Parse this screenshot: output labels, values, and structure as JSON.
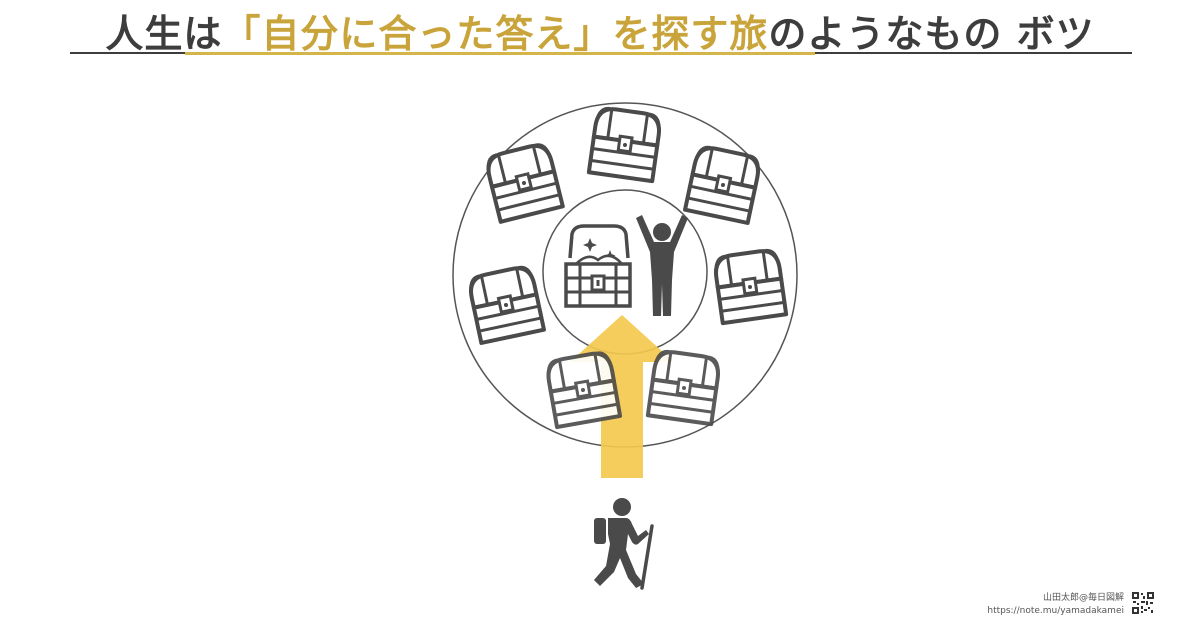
{
  "title": {
    "before": "人生は",
    "highlight": "「自分に合った答え」を探す旅",
    "after": "のようなもの ボツ"
  },
  "credit": {
    "name": "山田太郎@毎日図解",
    "url": "https://note.mu/yamadakamei"
  },
  "colors": {
    "text": "#3d3d3d",
    "highlight": "#c9a43b",
    "arrow": "#f3c94e",
    "icon": "#4a4a4a"
  },
  "icons": [
    "treasure-chest-icon",
    "open-treasure-chest-icon",
    "person-arms-up-icon",
    "hiker-icon",
    "qr-code-icon"
  ]
}
